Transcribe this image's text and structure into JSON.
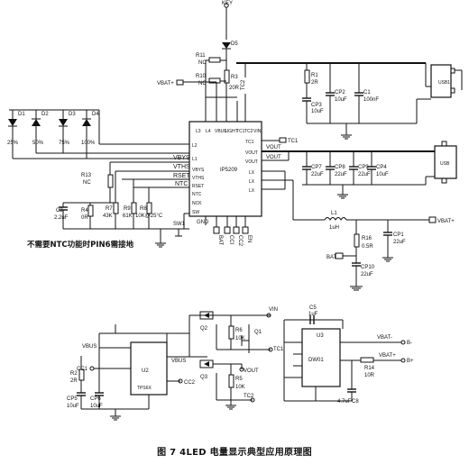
{
  "caption": "图 7   4LED 电量显示典型应用原理图",
  "note": "不需要NTC功能时PIN6需接地",
  "main_chip": {
    "name": "IP5209",
    "left_pins": [
      "L2",
      "L1",
      "VBYS",
      "VTHS",
      "RSET",
      "NTC",
      "NCK",
      "SW"
    ],
    "top_pins": [
      "L3",
      "L4",
      "VBUS",
      "LIGHT",
      "TC1",
      "TC2",
      "VIN"
    ],
    "right_pins": [
      "TC1",
      "VOUT",
      "VOUT",
      "LX",
      "LX",
      "LX"
    ],
    "bottom_pins": [
      "BAT",
      "CCI",
      "CC2",
      "EN"
    ]
  },
  "signals": {
    "vbat_plus": "VBAT+",
    "tc1": "TC1",
    "tc2": "TC2",
    "vin": "VIN",
    "vout": "VOUT",
    "vbys": "VBYS",
    "vths": "VTHS",
    "rset": "RSET",
    "ntc": "NTC",
    "gnd": "GND",
    "bat": "BAT",
    "cc1": "CC1",
    "cc2": "CC2",
    "vbus": "VBUS",
    "vout_bottom": "VOUT",
    "vbat_minus": "VBAT-",
    "b_minus": "B-",
    "b_plus": "B+",
    "key": "KEY"
  },
  "leds": [
    {
      "ref": "D1",
      "label": "25%"
    },
    {
      "ref": "D2",
      "label": "50%"
    },
    {
      "ref": "D3",
      "label": "75%"
    },
    {
      "ref": "D4",
      "label": "100%"
    }
  ],
  "parts": {
    "r11": {
      "ref": "R11",
      "val": "NC"
    },
    "r10": {
      "ref": "R10",
      "val": "NC"
    },
    "r3": {
      "ref": "R3",
      "val": "20R"
    },
    "d5": {
      "ref": "D5"
    },
    "r1": {
      "ref": "R1",
      "val": "2R"
    },
    "cp3": {
      "ref": "CP3",
      "val": "10uF"
    },
    "cp2": {
      "ref": "CP2",
      "val": "10uF"
    },
    "c1": {
      "ref": "C1",
      "val": "100nF"
    },
    "usb1": {
      "ref": "USB1"
    },
    "usb2": {
      "ref": "USB"
    },
    "cp7": {
      "ref": "CP7",
      "val": "22uF"
    },
    "cp8": {
      "ref": "CP8",
      "val": "22uF"
    },
    "cp9": {
      "ref": "CP9",
      "val": "22uF"
    },
    "cp4": {
      "ref": "CP4",
      "val": "10uF"
    },
    "r13": {
      "ref": "R13",
      "val": "NC"
    },
    "c2": {
      "ref": "C2",
      "val": "2.2uF"
    },
    "r4": {
      "ref": "R4",
      "val": "0R"
    },
    "r7": {
      "ref": "R7",
      "val": "43K"
    },
    "r9": {
      "ref": "R9",
      "val": "61K"
    },
    "r8": {
      "ref": "R8",
      "val": "10K@25°C"
    },
    "sw1": {
      "ref": "SW1"
    },
    "l1": {
      "ref": "L1",
      "val": "1uH"
    },
    "r16": {
      "ref": "R16",
      "val": "0.5R"
    },
    "cp1": {
      "ref": "CP1",
      "val": "22uF"
    },
    "cp10": {
      "ref": "CP10",
      "val": "22uF"
    },
    "r2": {
      "ref": "R2",
      "val": "2R"
    },
    "cp5": {
      "ref": "CP5",
      "val": "10uF"
    },
    "cp6": {
      "ref": "CP6",
      "val": "10uF"
    },
    "u2": {
      "ref": "U2",
      "name": "TPS6X"
    },
    "q2": {
      "ref": "Q2"
    },
    "q1": {
      "ref": "Q1"
    },
    "q3": {
      "ref": "Q3"
    },
    "r6": {
      "ref": "R6",
      "val": "10K"
    },
    "r5": {
      "ref": "R5",
      "val": "10K"
    },
    "c5": {
      "ref": "C5",
      "val": "1uF"
    },
    "u3": {
      "ref": "U3",
      "name": "DW01"
    },
    "r14": {
      "ref": "R14",
      "val": "10R"
    },
    "c8": {
      "ref": "C8",
      "val": "4.7uF"
    }
  }
}
